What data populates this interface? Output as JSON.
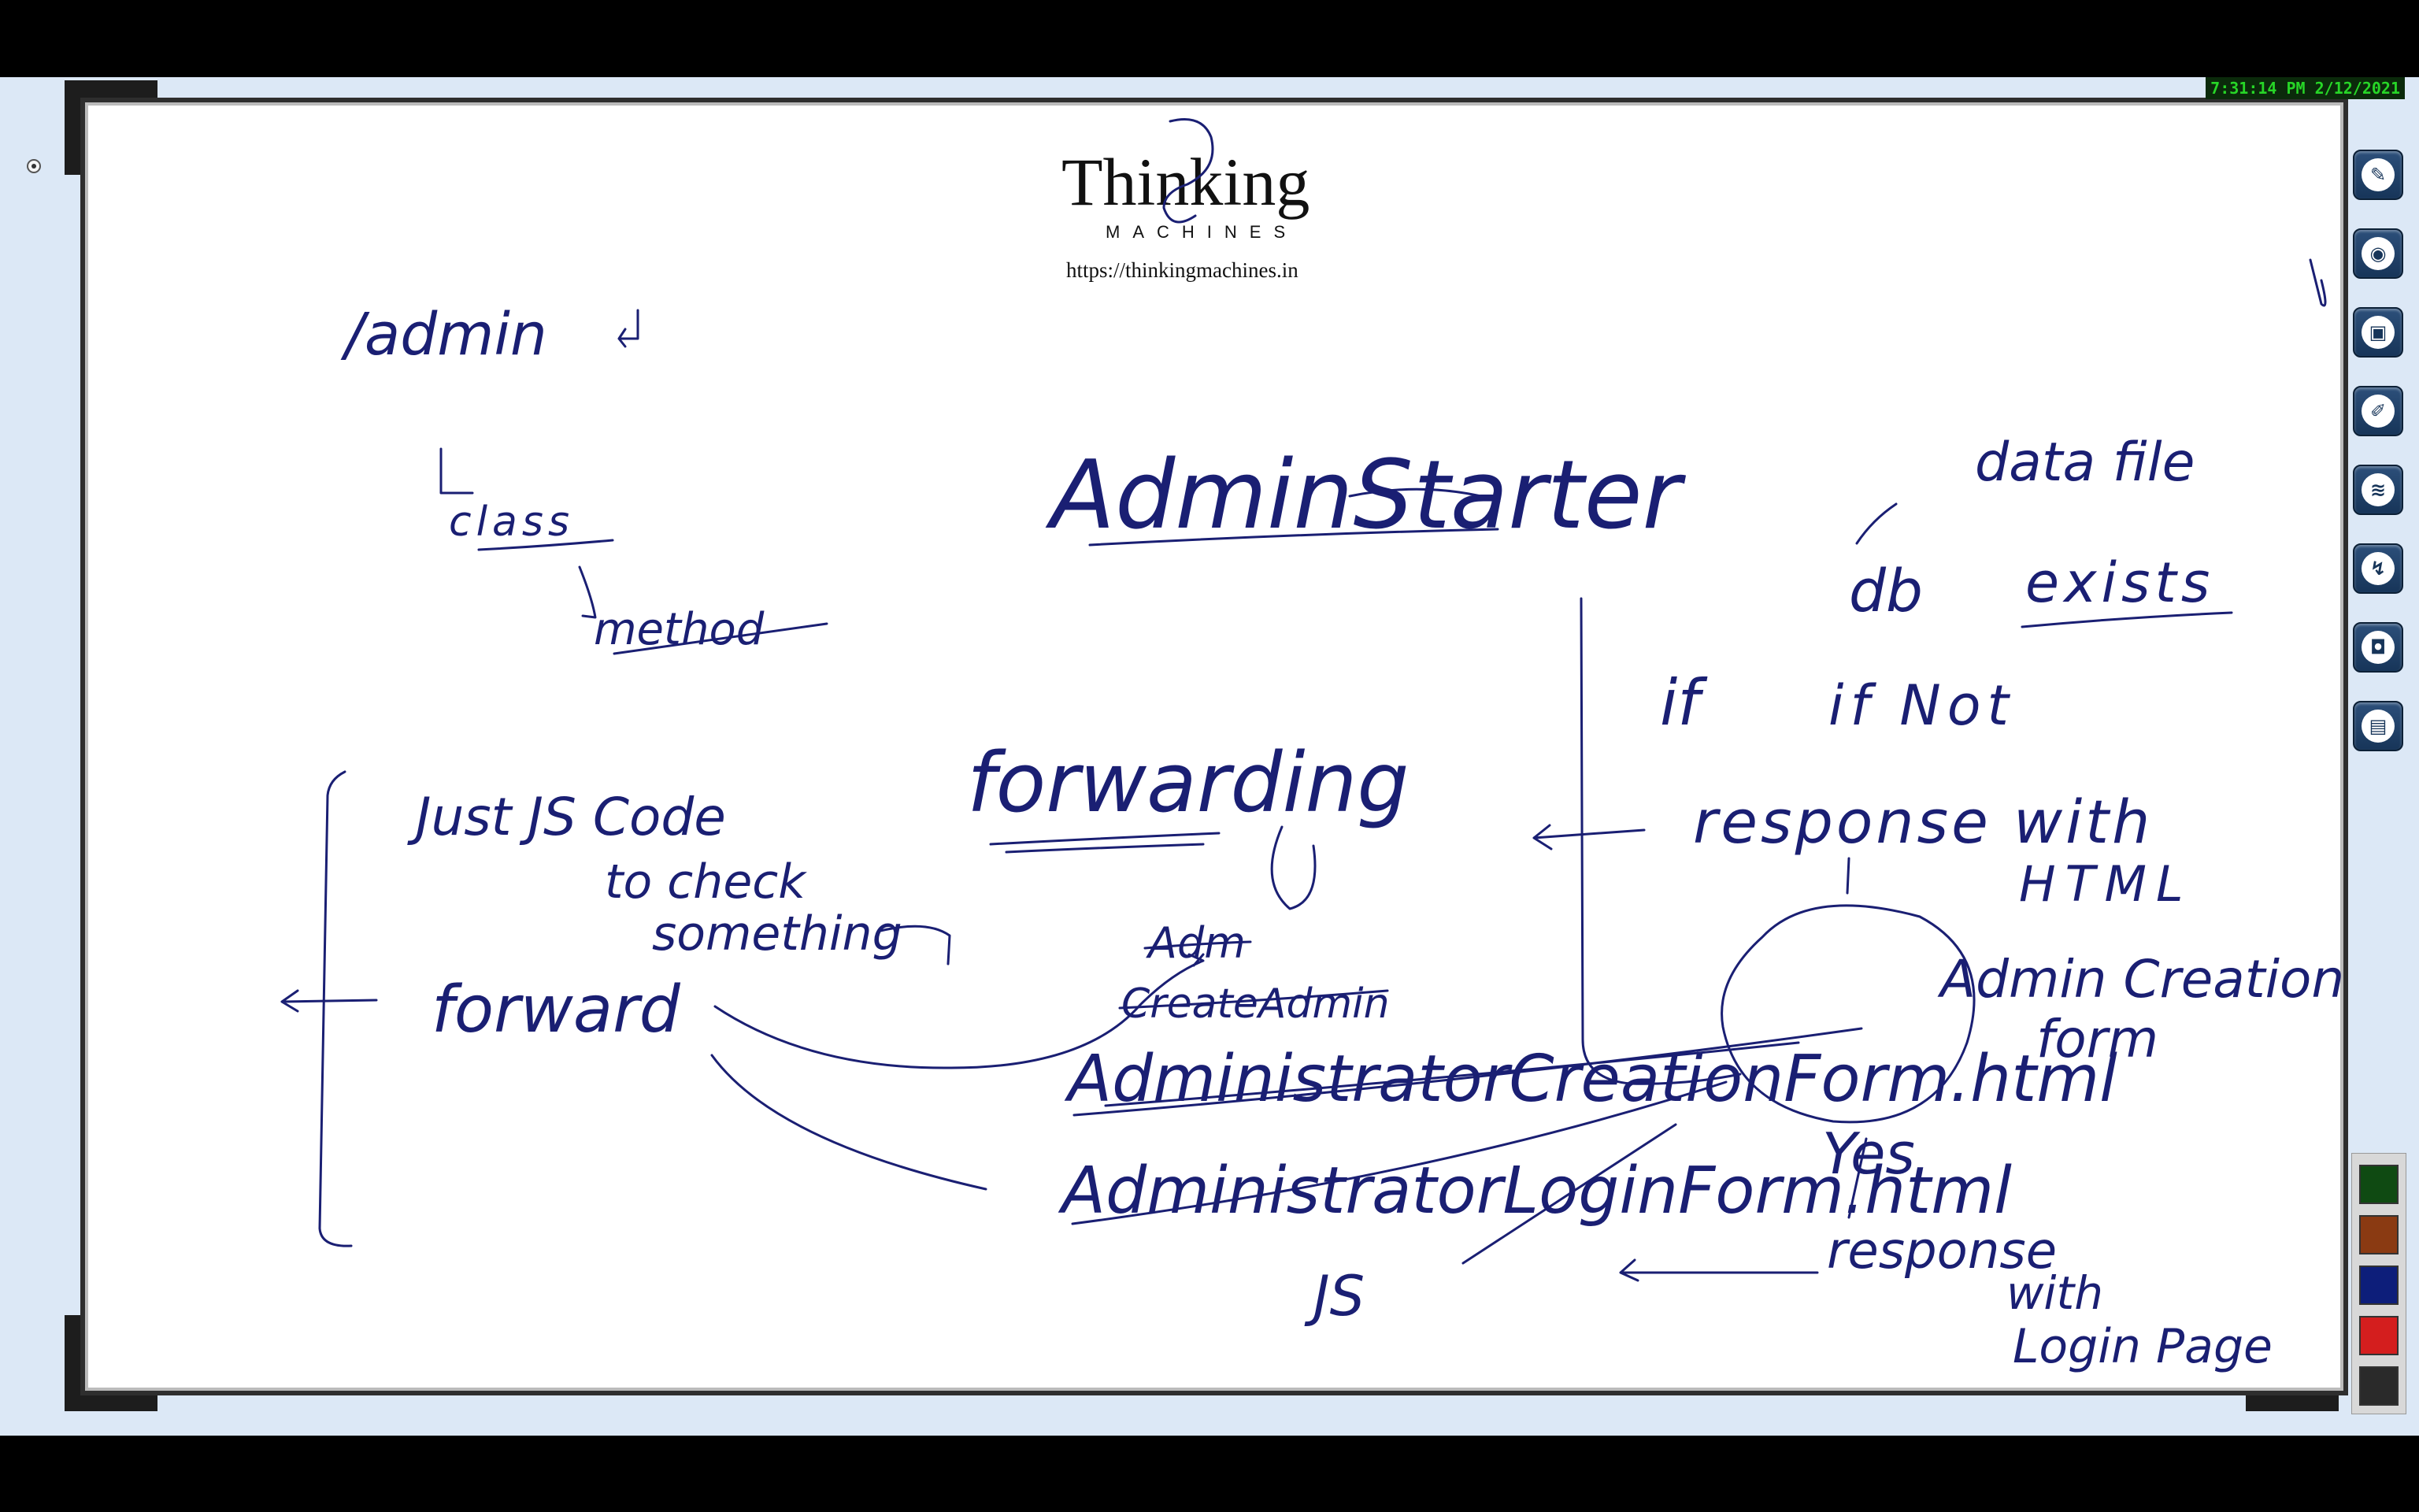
{
  "clock": {
    "text": "7:31:14 PM 2/12/2021"
  },
  "logo": {
    "title": "Thinking",
    "subtitle": "MACHINES",
    "url": "https://thinkingmachines.in"
  },
  "handwriting": {
    "admin": "/admin",
    "class": "class",
    "method": "method",
    "admin_starter": "AdminStarter",
    "forwarding": "forwarding",
    "just_js_code": "Just JS Code",
    "to_check": "to check",
    "something": "something",
    "forward": "forward",
    "adm": "Adm",
    "create_admin": "CreateAdmin",
    "admin_creation_form": "AdministratorCreationForm.html",
    "admin_login_form": "AdministratorLoginForm.html",
    "js": "JS",
    "data_file": "data file",
    "db": "db",
    "exists": "exists",
    "if_not": "if Not",
    "if": "if",
    "yes": "Yes",
    "response_with_html": "response with",
    "html": "HTML",
    "admin_creation": "Admin Creation",
    "form": "form",
    "response_with_login": "response",
    "with": "with",
    "login_page": "Login Page"
  },
  "toolbar": {
    "tools": [
      {
        "icon": "pen-tool-icon",
        "glyph": "✎"
      },
      {
        "icon": "palette-icon",
        "glyph": "◉"
      },
      {
        "icon": "screen-capture-icon",
        "glyph": "▣"
      },
      {
        "icon": "highlighter-icon",
        "glyph": "✐"
      },
      {
        "icon": "layers-icon",
        "glyph": "≋"
      },
      {
        "icon": "laser-pointer-icon",
        "glyph": "↯"
      },
      {
        "icon": "camera-icon",
        "glyph": "◘"
      },
      {
        "icon": "board-icon",
        "glyph": "▤"
      }
    ]
  },
  "palette": {
    "colors": [
      "#0f4a12",
      "#8a3a12",
      "#0d1e7a",
      "#d41e1e",
      "#2a2a2a"
    ]
  }
}
